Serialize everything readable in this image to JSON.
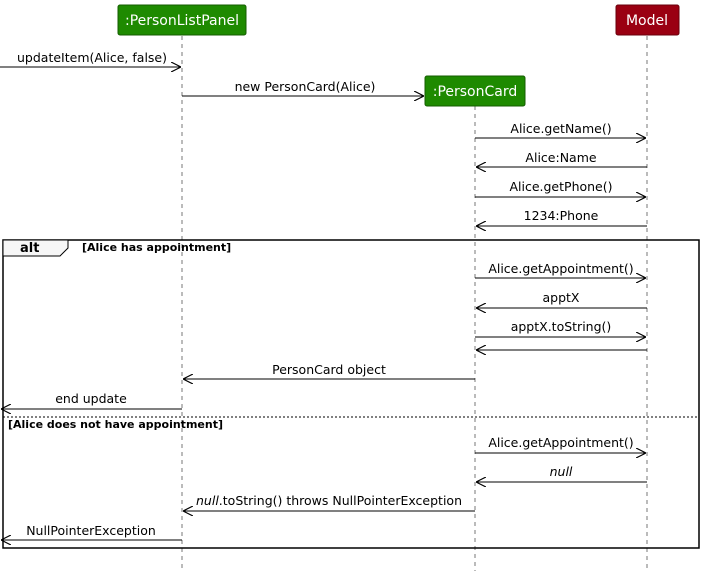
{
  "participants": [
    {
      "id": "panel",
      "label": ":PersonListPanel",
      "color": "#1e8a00"
    },
    {
      "id": "card",
      "label": ":PersonCard",
      "color": "#1e8a00"
    },
    {
      "id": "model",
      "label": "Model",
      "color": "#9a0012"
    }
  ],
  "messages": {
    "m1": "updateItem(Alice, false)",
    "m2": "new PersonCard(Alice)",
    "m3": "Alice.getName()",
    "m4": "Alice:Name",
    "m5": "Alice.getPhone()",
    "m6": "1234:Phone",
    "m7": "Alice.getAppointment()",
    "m8": "apptX",
    "m9": "apptX.toString()",
    "m10": "PersonCard object",
    "m11": "end update",
    "m12": "Alice.getAppointment()",
    "m13": "null",
    "m14_italic": "null",
    "m14_rest": ".toString() throws NullPointerException",
    "m15": "NullPointerException"
  },
  "fragment": {
    "keyword": "alt",
    "guard1": "[Alice has appointment]",
    "guard2": "[Alice does not have appointment]"
  }
}
